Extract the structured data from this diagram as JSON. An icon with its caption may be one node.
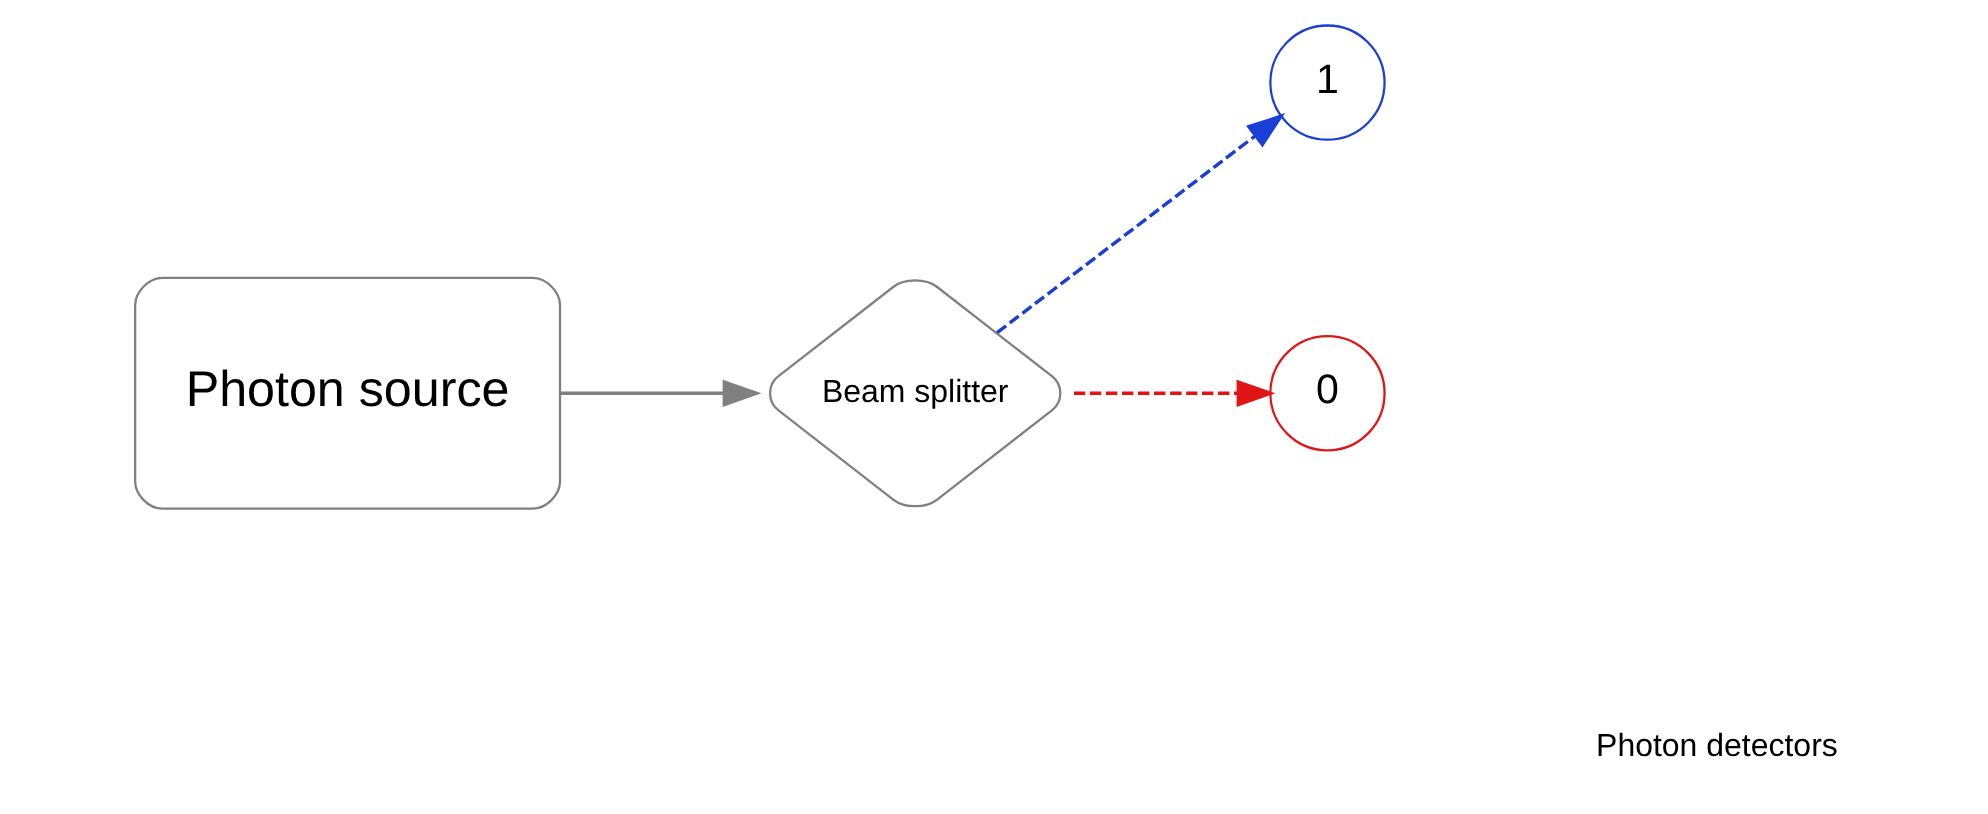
{
  "diagram": {
    "nodes": [
      {
        "text": [
          "Photon source"
        ]
      },
      {
        "text": [
          "Beam splitter"
        ]
      },
      {
        "text": [
          "1"
        ]
      },
      {
        "text": [
          "0"
        ]
      }
    ],
    "edges": [
      {
        "from": 0,
        "to": 1,
        "arrow": "to",
        "color": "#808080"
      },
      {
        "from": 1,
        "to": 2,
        "arrow": "to",
        "style": "dashed",
        "color": "#1a3fd6"
      },
      {
        "from": 1,
        "to": 3,
        "arrow": "to",
        "style": "dashed",
        "color": "#e01515"
      }
    ],
    "labels": [
      "Photon detectors"
    ]
  }
}
